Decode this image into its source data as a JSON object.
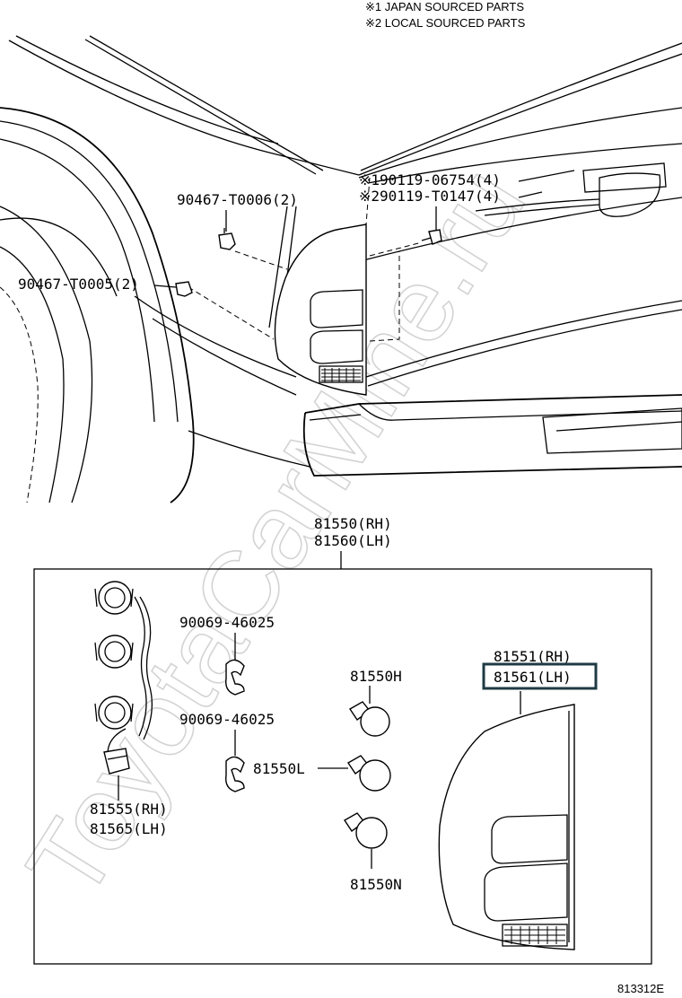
{
  "notes": {
    "note1": "※1  JAPAN SOURCED PARTS",
    "note2": "※2  LOCAL SOURCED PARTS"
  },
  "labels": {
    "p_90119_06754": "※190119-06754(4)",
    "p_90119_T0147": "※290119-T0147(4)",
    "p_90467_T0006": "90467-T0006(2)",
    "p_90467_T0005": "90467-T0005(2)",
    "p_81550_rh": "81550(RH)",
    "p_81560_lh": "81560(LH)",
    "p_90069_a": "90069-46025",
    "p_90069_b": "90069-46025",
    "p_81550H": "81550H",
    "p_81550L": "81550L",
    "p_81550N": "81550N",
    "p_81551_rh": "81551(RH)",
    "p_81561_lh": "81561(LH)",
    "p_81555_rh": "81555(RH)",
    "p_81565_lh": "81565(LH)"
  },
  "watermark": "ToyotaCarMine.ru",
  "diagram_code": "813312E"
}
